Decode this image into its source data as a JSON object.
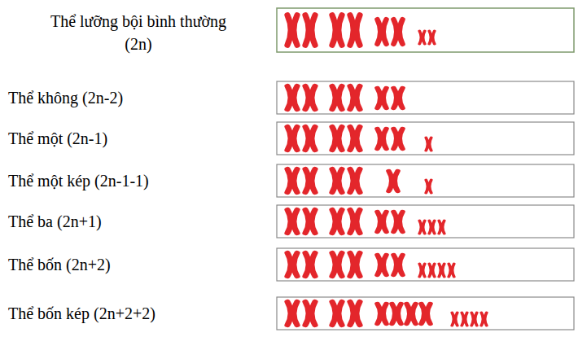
{
  "diagram": {
    "labels": [
      "Thể lưỡng bội bình thường (2n)",
      "Thể không (2n-2)",
      "Thể một (2n-1)",
      "Thể một kép (2n-1-1)",
      "Thể ba (2n+1)",
      "Thể bốn (2n+2)",
      "Thể bốn kép (2n+2+2)"
    ]
  }
}
